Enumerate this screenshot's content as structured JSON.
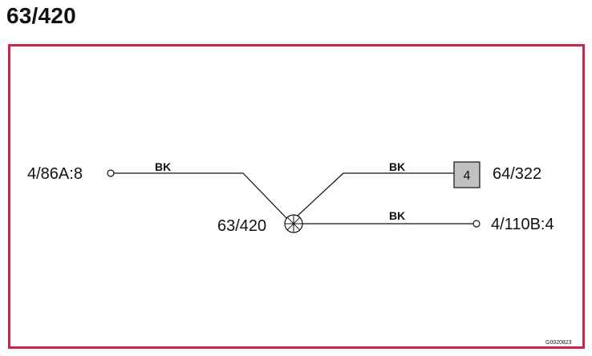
{
  "title": "63/420",
  "frame_color": "#c8254f",
  "splice": {
    "label": "63/420",
    "icon": "crossed-circle-splice-icon"
  },
  "connections": [
    {
      "id": "left",
      "terminal": "4/86A:8",
      "wire_color": "BK",
      "end": "open-circle-terminal-icon"
    },
    {
      "id": "upper-right",
      "terminal": "64/322",
      "wire_color": "BK",
      "end": "connector-box",
      "box_label": "4",
      "box_fill": "#c0c0c0"
    },
    {
      "id": "lower-right",
      "terminal": "4/110B:4",
      "wire_color": "BK",
      "end": "open-circle-terminal-icon"
    }
  ],
  "footer_code": "G0020823"
}
